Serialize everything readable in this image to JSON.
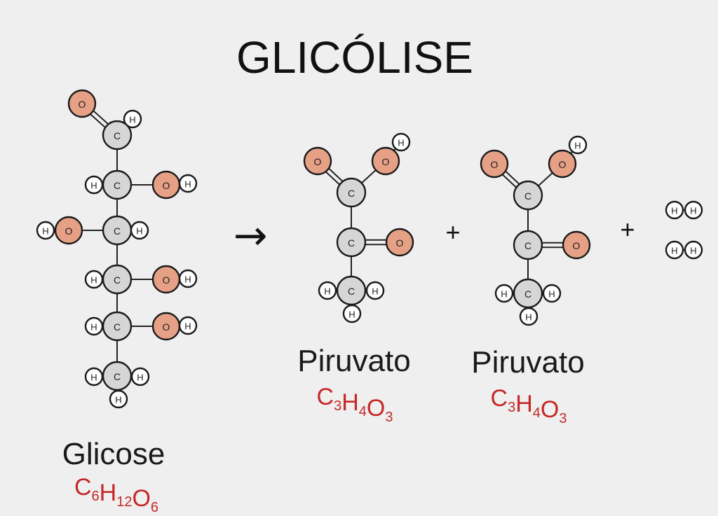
{
  "title": "GLICÓLISE",
  "reaction": {
    "arrow": "→",
    "plus_1": "+",
    "plus_2": "+"
  },
  "atoms": {
    "carbon": "C",
    "oxygen": "O",
    "hydrogen": "H"
  },
  "colors": {
    "carbon_fill": "#d6d6d6",
    "oxygen_fill": "#e6a085",
    "hydrogen_fill": "#ffffff",
    "formula_text": "#c62828",
    "title_text": "#111111"
  },
  "molecules": {
    "glucose": {
      "name": "Glicose",
      "formula": [
        {
          "symbol": "C",
          "count": "6"
        },
        {
          "symbol": "H",
          "count": "12"
        },
        {
          "symbol": "O",
          "count": "6"
        }
      ]
    },
    "pyruvate_1": {
      "name": "Piruvato",
      "formula": [
        {
          "symbol": "C",
          "count": "3"
        },
        {
          "symbol": "H",
          "count": "4"
        },
        {
          "symbol": "O",
          "count": "3"
        }
      ]
    },
    "pyruvate_2": {
      "name": "Piruvato",
      "formula": [
        {
          "symbol": "C",
          "count": "3"
        },
        {
          "symbol": "H",
          "count": "4"
        },
        {
          "symbol": "O",
          "count": "3"
        }
      ]
    }
  }
}
